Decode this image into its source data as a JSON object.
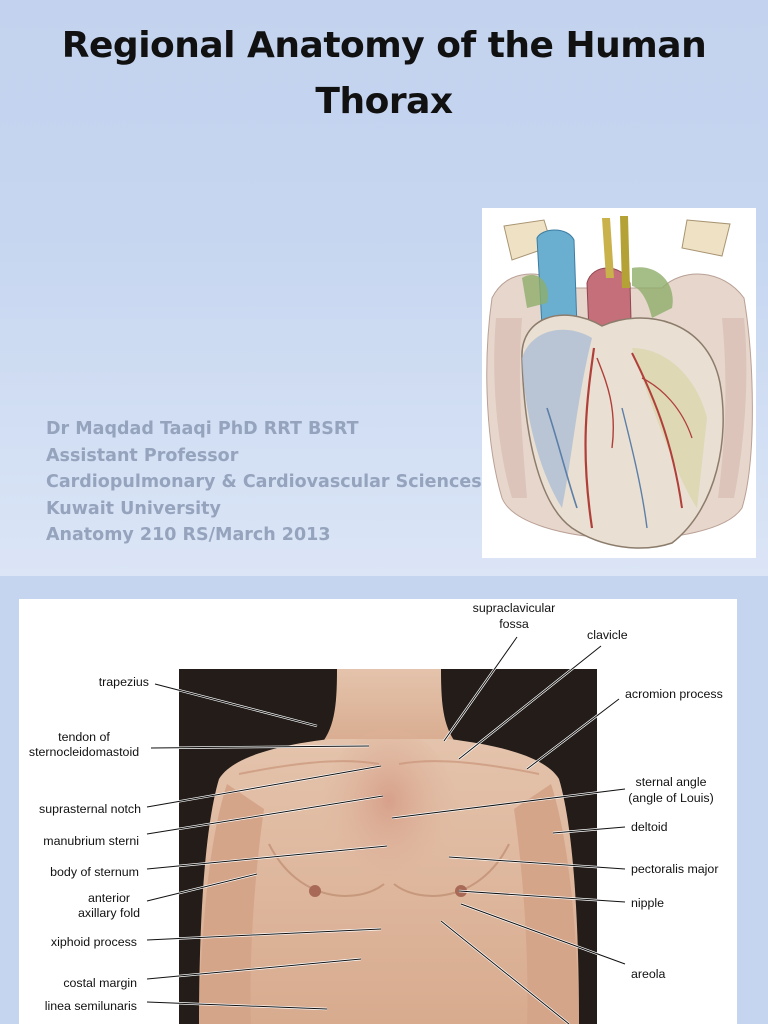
{
  "slide": {
    "title_line1": "Regional Anatomy of the Human",
    "title_line2": "Thorax",
    "author_lines": [
      "Dr Maqdad Taaqi PhD RRT BSRT",
      "Assistant Professor",
      "Cardiopulmonary & Cardiovascular Sciences",
      "Kuwait University",
      "Anatomy 210 RS/March 2013"
    ]
  },
  "figure": {
    "labels_left": {
      "trapezius": "trapezius",
      "tendon_line1": "tendon of",
      "tendon_line2": "sternocleidomastoid",
      "suprasternal_notch": "suprasternal notch",
      "manubrium_sterni": "manubrium sterni",
      "body_of_sternum": "body of sternum",
      "anterior_line1": "anterior",
      "anterior_line2": "axillary fold",
      "xiphoid_process": "xiphoid process",
      "costal_margin": "costal margin",
      "linea_semilunaris": "linea semilunaris"
    },
    "labels_right": {
      "supraclavicular_line1": "supraclavicular",
      "supraclavicular_line2": "fossa",
      "clavicle": "clavicle",
      "acromion_process": "acromion process",
      "sternal_angle_line1": "sternal angle",
      "sternal_angle_line2": "(angle of Louis)",
      "deltoid": "deltoid",
      "pectoralis_major": "pectoralis major",
      "nipple": "nipple",
      "areola": "areola"
    }
  }
}
